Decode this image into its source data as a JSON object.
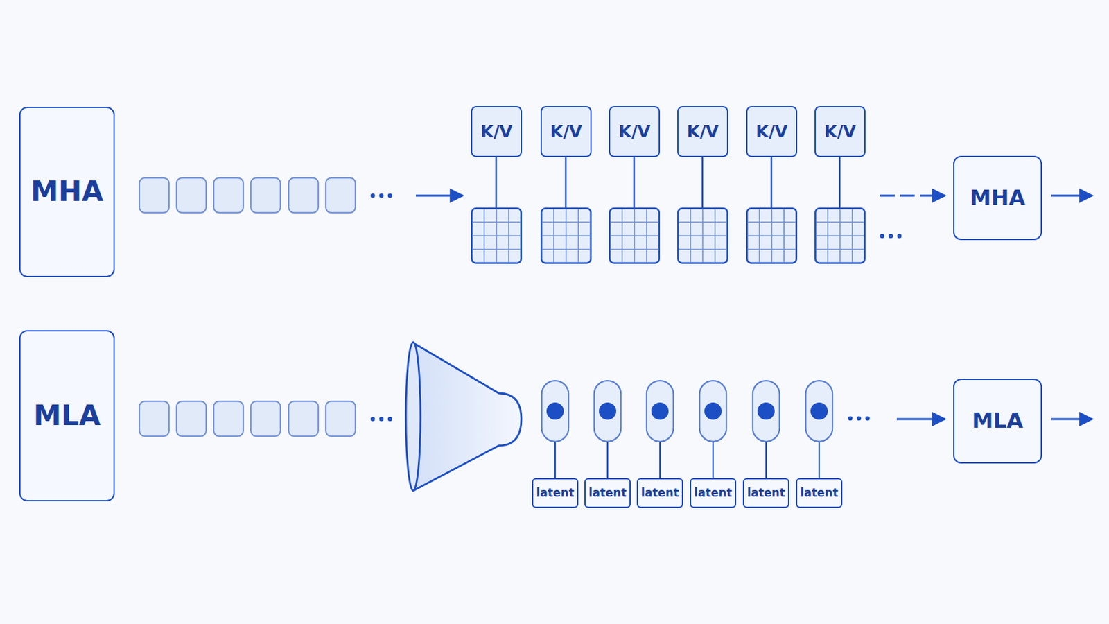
{
  "diagram": {
    "nodes": [
      {
        "text": [
          "MHA"
        ]
      },
      {
        "text": [
          "K/V"
        ]
      },
      {
        "text": [
          "K/V"
        ]
      },
      {
        "text": [
          "K/V"
        ]
      },
      {
        "text": [
          "K/V"
        ]
      },
      {
        "text": [
          "K/V"
        ]
      },
      {
        "text": [
          "K/V"
        ]
      },
      {
        "text": [
          "MHA"
        ]
      },
      {
        "text": [
          "MLA"
        ]
      },
      {
        "text": [
          "latent"
        ]
      },
      {
        "text": [
          "latent"
        ]
      },
      {
        "text": [
          "latent"
        ]
      },
      {
        "text": [
          "latent"
        ]
      },
      {
        "text": [
          "latent"
        ]
      },
      {
        "text": [
          "latent"
        ]
      },
      {
        "text": [
          "MLA"
        ]
      }
    ]
  }
}
